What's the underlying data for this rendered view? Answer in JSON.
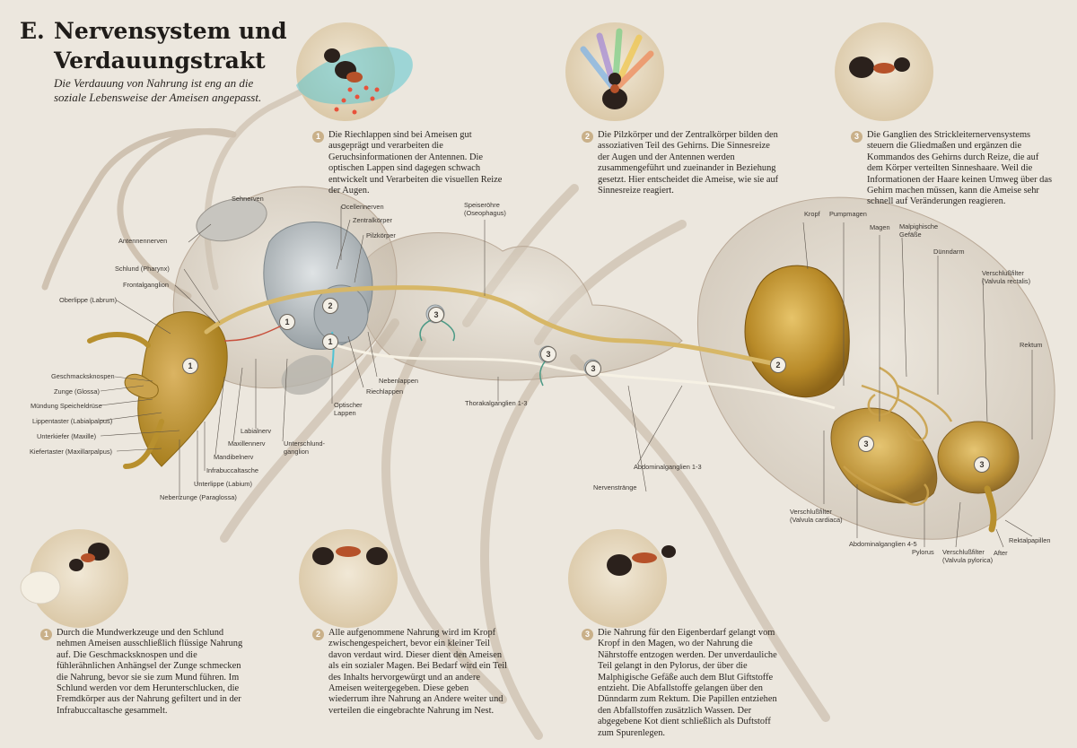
{
  "header": {
    "letter": "E.",
    "title_line1": "Nervensystem und",
    "title_line2": "Verdauungstrakt",
    "subtitle": "Die Verdauung von Nahrung ist eng an die soziale Lebensweise der Ameisen angepasst."
  },
  "top_notes": [
    {
      "number": "1",
      "text": "Die Riechlappen sind bei Ameisen gut ausgeprägt und verarbeiten die Geruchsinformationen der Antennen. Die optischen Lappen sind dagegen schwach entwickelt und Verarbeiten die visuellen Reize der Augen."
    },
    {
      "number": "2",
      "text": "Die Pilzkörper und der Zentralkörper bilden den assoziativen Teil des Gehirns. Die Sinnesreize der Augen und der Antennen werden zusammengeführt und zueinander in Beziehung gesetzt. Hier entscheidet die Ameise, wie sie auf Sinnesreize reagiert."
    },
    {
      "number": "3",
      "text": "Die Ganglien des Strickleiternervensystems steuern die Gliedmaßen und ergänzen die Kommandos des Gehirns durch Reize, die auf dem Körper verteilten Sinneshaare. Weil die Informationen der Haare keinen Umweg über das Gehirn machen müssen, kann die Ameise sehr schnell auf Veränderungen reagieren."
    }
  ],
  "bottom_notes": [
    {
      "number": "1",
      "text": "Durch die Mundwerkzeuge und den Schlund nehmen Ameisen ausschließlich flüssige Nahrung auf. Die Geschmacksknospen und die fühlerähnlichen Anhängsel der Zunge schmecken die Nahrung, bevor sie sie zum Mund führen. Im Schlund werden vor dem Herunterschlucken, die Fremdkörper aus der Nahrung gefiltert und in der Infrabuccaltasche gesammelt."
    },
    {
      "number": "2",
      "text": "Alle aufgenommene Nahrung wird im Kropf zwischengespeichert, bevor ein kleiner Teil davon verdaut wird. Dieser dient den Ameisen als ein sozialer Magen. Bei Bedarf wird ein Teil des Inhalts hervorgewürgt und an andere Ameisen weitergegeben. Diese geben wiederrum ihre Nahrung an Andere weiter und verteilen die eingebrachte Nahrung im Nest."
    },
    {
      "number": "3",
      "text": "Die Nahrung für den Eigenberdarf gelangt vom Kropf in den Magen, wo der Nahrung die Nährstoffe entzogen werden. Der unverdauliche Teil gelangt in den Pylorus, der über die Malphigische Gefäße auch dem Blut Giftstoffe entzieht. Die Abfallstoffe gelangen über den Dünndarm zum Rektum. Die Papillen entziehen den Abfallstoffen zusätzlich Wassen. Der abgegebene Kot dient schließlich als Duftstoff zum Spurenlegen."
    }
  ],
  "labels": {
    "sehnerven": "Sehnerven",
    "antennennerven": "Antennennerven",
    "schlund": "Schlund (Pharynx)",
    "frontalganglion": "Frontalganglion",
    "oberlippe": "Oberlippe (Labrum)",
    "geschmacksknospen": "Geschmacksknospen",
    "zunge": "Zunge (Glossa)",
    "speicheldruese": "Mündung Speicheldrüse",
    "lippentaster": "Lippentaster (Labialpalpus)",
    "unterkiefer": "Unterkiefer (Maxille)",
    "kiefertaster": "Kiefertaster (Maxillarpalpus)",
    "ocellennerven": "Ocellennerven",
    "zentralkoerper": "Zentralkörper",
    "pilzkoerper": "Pilzkörper",
    "speiseroehre_1": "Speiseröhre",
    "speiseroehre_2": "(Oseophagus)",
    "nebenlappen": "Nebenlappen",
    "riechlappen": "Riechlappen",
    "optischer_1": "Optischer",
    "optischer_2": "Lappen",
    "labialnerv": "Labialnerv",
    "maxillennerv": "Maxillennerv",
    "mandibelnerv": "Mandibelnerv",
    "unterschlund_1": "Unterschlund-",
    "unterschlund_2": "ganglion",
    "infrabuccal": "Infrabuccaltasche",
    "unterlippe": "Unterlippe (Labium)",
    "nebenzunge": "Nebenzunge (Paraglossa)",
    "thorakal": "Thorakalganglien 1-3",
    "abdominal13": "Abdominalganglien 1-3",
    "nervenstraenge": "Nervenstränge",
    "kropf": "Kropf",
    "pumpmagen": "Pumpmagen",
    "magen": "Magen",
    "malpighische_1": "Malpighische",
    "malpighische_2": "Gefäße",
    "duenndarm": "Dünndarm",
    "vr_1": "Verschlußfilter",
    "vr_2": "(Valvula rectalis)",
    "rektum": "Rektum",
    "vc_1": "Verschlußfilter",
    "vc_2": "(Valvula cardiaca)",
    "abdominal45": "Abdominalganglien 4-5",
    "pylorus": "Pylorus",
    "vp_1": "Verschlußfilter",
    "vp_2": "(Valvula pylorica)",
    "after": "After",
    "rektalpapillen": "Rektalpapillen"
  },
  "markers": {
    "m1": "1",
    "m2": "2",
    "m3": "3"
  },
  "colors": {
    "background": "#ece7de",
    "gut": "#c79a33",
    "nerve": "#f3ead2",
    "badge": "#c9b089",
    "ant_red": "#b6522a"
  }
}
